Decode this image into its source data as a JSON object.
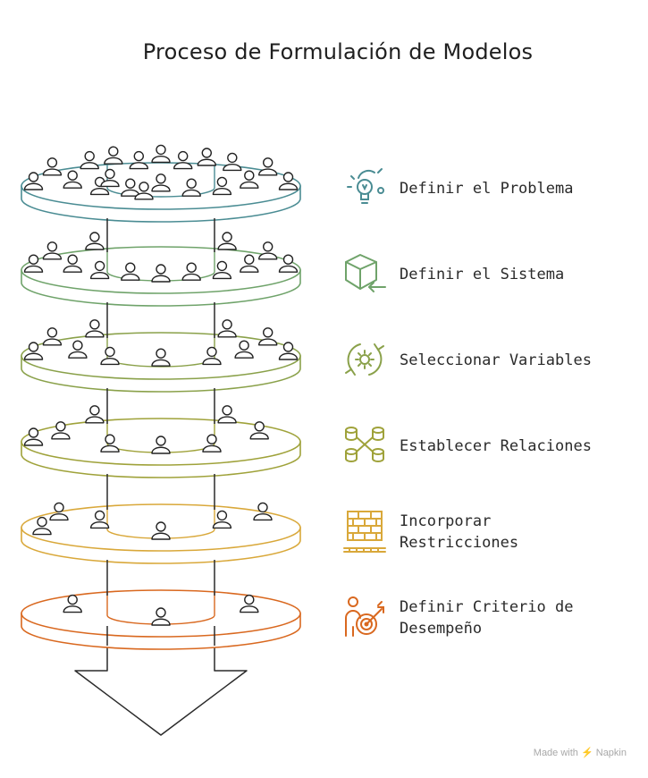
{
  "title": "Proceso de Formulación de Modelos",
  "steps": [
    {
      "label": "Definir el Problema",
      "icon": "lightbulb-icon",
      "color": "#4a8c93",
      "people": 20
    },
    {
      "label": "Definir el Sistema",
      "icon": "cube-arrow-icon",
      "color": "#6fa36a",
      "people": 13
    },
    {
      "label": "Seleccionar Variables",
      "icon": "gear-cycle-icon",
      "color": "#8aa14a",
      "people": 11
    },
    {
      "label": "Establecer Relaciones",
      "icon": "database-network-icon",
      "color": "#9fa23a",
      "people": 8
    },
    {
      "label": "Incorporar\nRestricciones",
      "icon": "brick-wall-icon",
      "color": "#d9a83a",
      "people": 6
    },
    {
      "label": "Definir Criterio de\nDesempeño",
      "icon": "target-person-icon",
      "color": "#d9681f",
      "people": 3
    }
  ],
  "footer": {
    "prefix": "Made with",
    "brand": "Napkin"
  }
}
